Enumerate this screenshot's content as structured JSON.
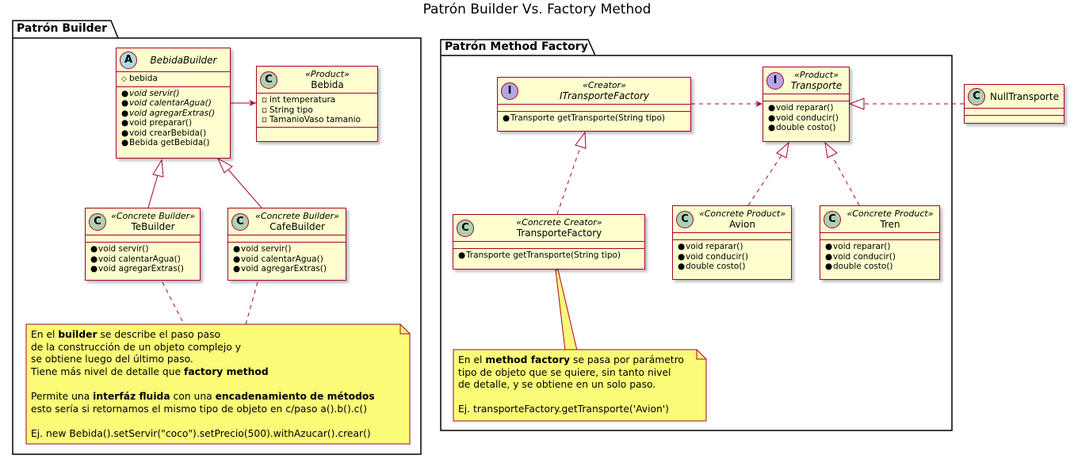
{
  "title": "Patrón Builder Vs. Factory Method",
  "packages": {
    "builder": "Patrón Builder",
    "factory": "Patrón Method Factory"
  },
  "classes": {
    "bebida_builder": {
      "kind": "A",
      "name": "BebidaBuilder",
      "attrs": [
        "bebida"
      ],
      "methods": [
        "void servir()",
        "void calentarAgua()",
        "void agregarExtras()",
        "void preparar()",
        "void crearBebida()",
        "Bebida getBebida()"
      ]
    },
    "bebida": {
      "kind": "C",
      "stereotype": "«Product»",
      "name": "Bebida",
      "attrs": [
        "int temperatura",
        "String tipo",
        "TamanioVaso tamanio"
      ]
    },
    "te_builder": {
      "kind": "C",
      "stereotype": "«Concrete Builder»",
      "name": "TeBuilder",
      "methods": [
        "void servir()",
        "void calentarAgua()",
        "void agregarExtras()"
      ]
    },
    "cafe_builder": {
      "kind": "C",
      "stereotype": "«Concrete Builder»",
      "name": "CafeBuilder",
      "methods": [
        "void servir()",
        "void calentarAgua()",
        "void agregarExtras()"
      ]
    },
    "itransporte_factory": {
      "kind": "I",
      "stereotype": "«Creator»",
      "name": "ITransporteFactory",
      "methods": [
        "Transporte getTransporte(String tipo)"
      ]
    },
    "transporte": {
      "kind": "I",
      "stereotype": "«Product»",
      "name": "Transporte",
      "methods": [
        "void reparar()",
        "void conducir()",
        "double costo()"
      ]
    },
    "transporte_factory": {
      "kind": "C",
      "stereotype": "«Concrete Creator»",
      "name": "TransporteFactory",
      "methods": [
        "Transporte getTransporte(String tipo)"
      ]
    },
    "avion": {
      "kind": "C",
      "stereotype": "«Concrete Product»",
      "name": "Avion",
      "methods": [
        "void reparar()",
        "void conducir()",
        "double costo()"
      ]
    },
    "tren": {
      "kind": "C",
      "stereotype": "«Concrete Product»",
      "name": "Tren",
      "methods": [
        "void reparar()",
        "void conducir()",
        "double costo()"
      ]
    },
    "null_transporte": {
      "kind": "C",
      "name": "NullTransporte"
    }
  },
  "notes": {
    "builder": {
      "l1a": "En el ",
      "l1b": "builder",
      "l1c": " se describe el paso paso",
      "l2": "de la construcción de un objeto complejo y",
      "l3": "se obtiene luego del último paso.",
      "l4a": "Tiene más nivel de detalle que ",
      "l4b": "factory method",
      "l5a": "Permite una ",
      "l5b": "interfáz fluida",
      "l5c": " con una ",
      "l5d": "encadenamiento de métodos",
      "l6": "esto sería si retornamos el mismo tipo de objeto en c/paso a().b().c()",
      "l7": "Ej. new Bebida().setServir(\"coco\").setPrecio(500).withAzucar().crear()"
    },
    "factory": {
      "l1a": "En el ",
      "l1b": "method factory",
      "l1c": " se pasa por parámetro",
      "l2": "tipo de objeto que se quiere, sin tanto nivel",
      "l3": "de detalle, y se obtiene en un solo paso.",
      "l4": "Ej. transporteFactory.getTransporte('Avion')"
    }
  },
  "colors": {
    "border": "#a80036",
    "class_fill": "#fefece",
    "note_fill": "#fbfb77",
    "abstract_icon": "#a9dcdf",
    "class_icon": "#add1b2",
    "interface_icon": "#b4a7e5"
  }
}
